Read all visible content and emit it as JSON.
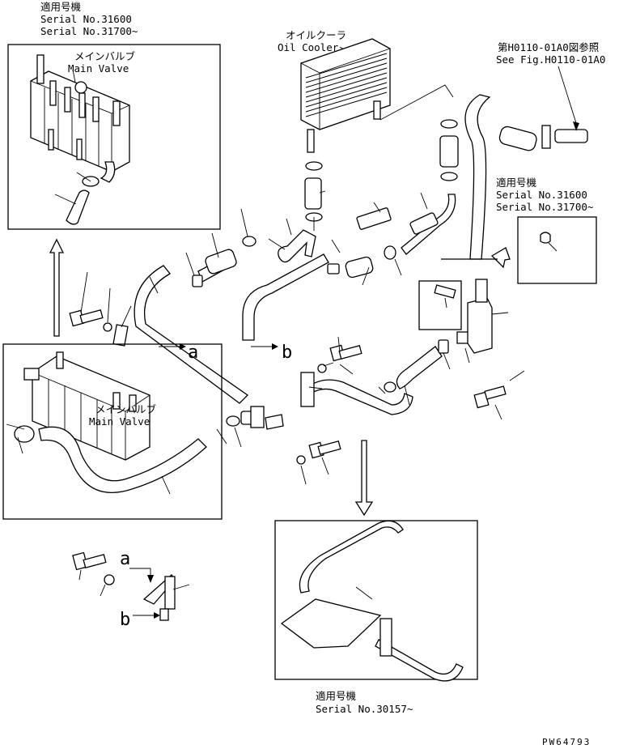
{
  "top_left_box": {
    "applicable_jp": "適用号機",
    "serial_1": "Serial No.31600",
    "serial_2": "Serial No.31700~",
    "valve_jp": "メインバルブ",
    "valve_en": "Main Valve"
  },
  "oil_cooler": {
    "jp": "オイルクーラ",
    "en": "Oil Cooler"
  },
  "reference": {
    "jp": "第H0110-01A0図参照",
    "en": "See Fig.H0110-01A0"
  },
  "right_applicable": {
    "jp": "適用号機",
    "serial_1": "Serial No.31600",
    "serial_2": "Serial No.31700~"
  },
  "lower_left_box": {
    "valve_jp": "メインバルブ",
    "valve_en": "Main Valve"
  },
  "bottom_box": {
    "jp": "適用号機",
    "serial": "Serial No.30157~"
  },
  "markers": {
    "a": "a",
    "b": "b"
  },
  "figure_code": "PW64793"
}
